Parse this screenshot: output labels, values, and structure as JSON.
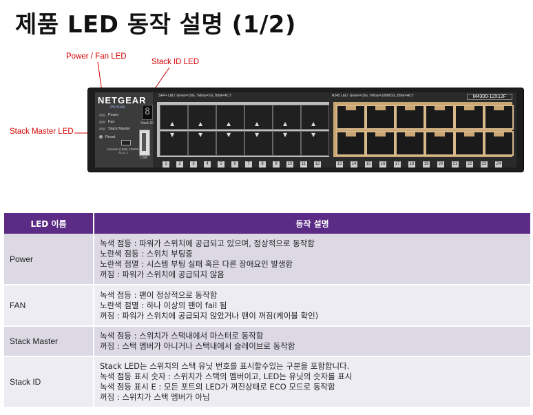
{
  "title": "제품 LED 동작 설명 (1/2)",
  "callouts": {
    "power_fan": "Power / Fan LED",
    "stack_id": "Stack ID LED",
    "stack_master": "Stack Master LED"
  },
  "device": {
    "brand": "NETGEAR",
    "series": "ProSafe",
    "model": "M4300-12X12F",
    "led_labels": [
      "Power",
      "Fan",
      "Stack Master",
      "Reset"
    ],
    "stack_id_label": "Stack ID",
    "stack_id_digit": "8",
    "usb_label": "USB",
    "console_label": "Console (USB) 115200, N, 8, 1",
    "sfp_note": "SFP+ LED: Green=10G, Yellow=1G, Blink=ACT",
    "rj_note": "RJ45 LED: Green=10G, Yellow=100M/1G, Blink=ACT",
    "sfp_ports": [
      "1",
      "2",
      "3",
      "4",
      "5",
      "6",
      "7",
      "8",
      "9",
      "10",
      "11",
      "12"
    ],
    "rj_ports": [
      "13",
      "14",
      "15",
      "16",
      "17",
      "18",
      "19",
      "20",
      "21",
      "22",
      "23",
      "24"
    ]
  },
  "table": {
    "headers": [
      "LED 이름",
      "동작 설명"
    ],
    "rows": [
      {
        "name": "Power",
        "lines": [
          "녹색 점등 : 파워가 스위치에 공급되고 있으며, 정상적으로 동작함",
          "노란색 점등 : 스위치 부팅중",
          "노란색 점멸 : 시스템 부팅 실패 혹은 다른 장애요인 발생함",
          "꺼짐 : 파워가 스위치에 공급되지 않음"
        ]
      },
      {
        "name": "FAN",
        "lines": [
          "녹색 점등 : 팬이 정상적으로 동작함",
          "노란색 점멸 : 하나 이상의 팬이 fail 됨",
          "꺼짐 : 파워가 스위치에 공급되지 않았거나 팬이 꺼짐(케이블 확인)"
        ]
      },
      {
        "name": "Stack Master",
        "lines": [
          "녹색 점등 : 스위치가 스택내에서 마스터로 동작함",
          "꺼짐 : 스택 멤버가 아니거나 스택내에서 슬레이브로 동작함"
        ]
      },
      {
        "name": "Stack ID",
        "lines": [
          "Stack LED는 스위치의 스택 유닛 번호를 표시할수있는 구분을 포함합니다.",
          "녹색 점등 표시 숫자 : 스위치가 스택의 멤버이고, LED는 유닛의 숫자를 표시",
          "녹색 점등 표시 E : 모든 포트의 LED가 꺼진상태로 ECO 모드로 동작함",
          "꺼짐 : 스위치가 스택 멤버가 아님"
        ]
      }
    ]
  },
  "colors": {
    "header_bg": "#5b2b85",
    "callout": "#d40000",
    "row_dark": "#dcd9e5",
    "row_light": "#edecf2"
  }
}
